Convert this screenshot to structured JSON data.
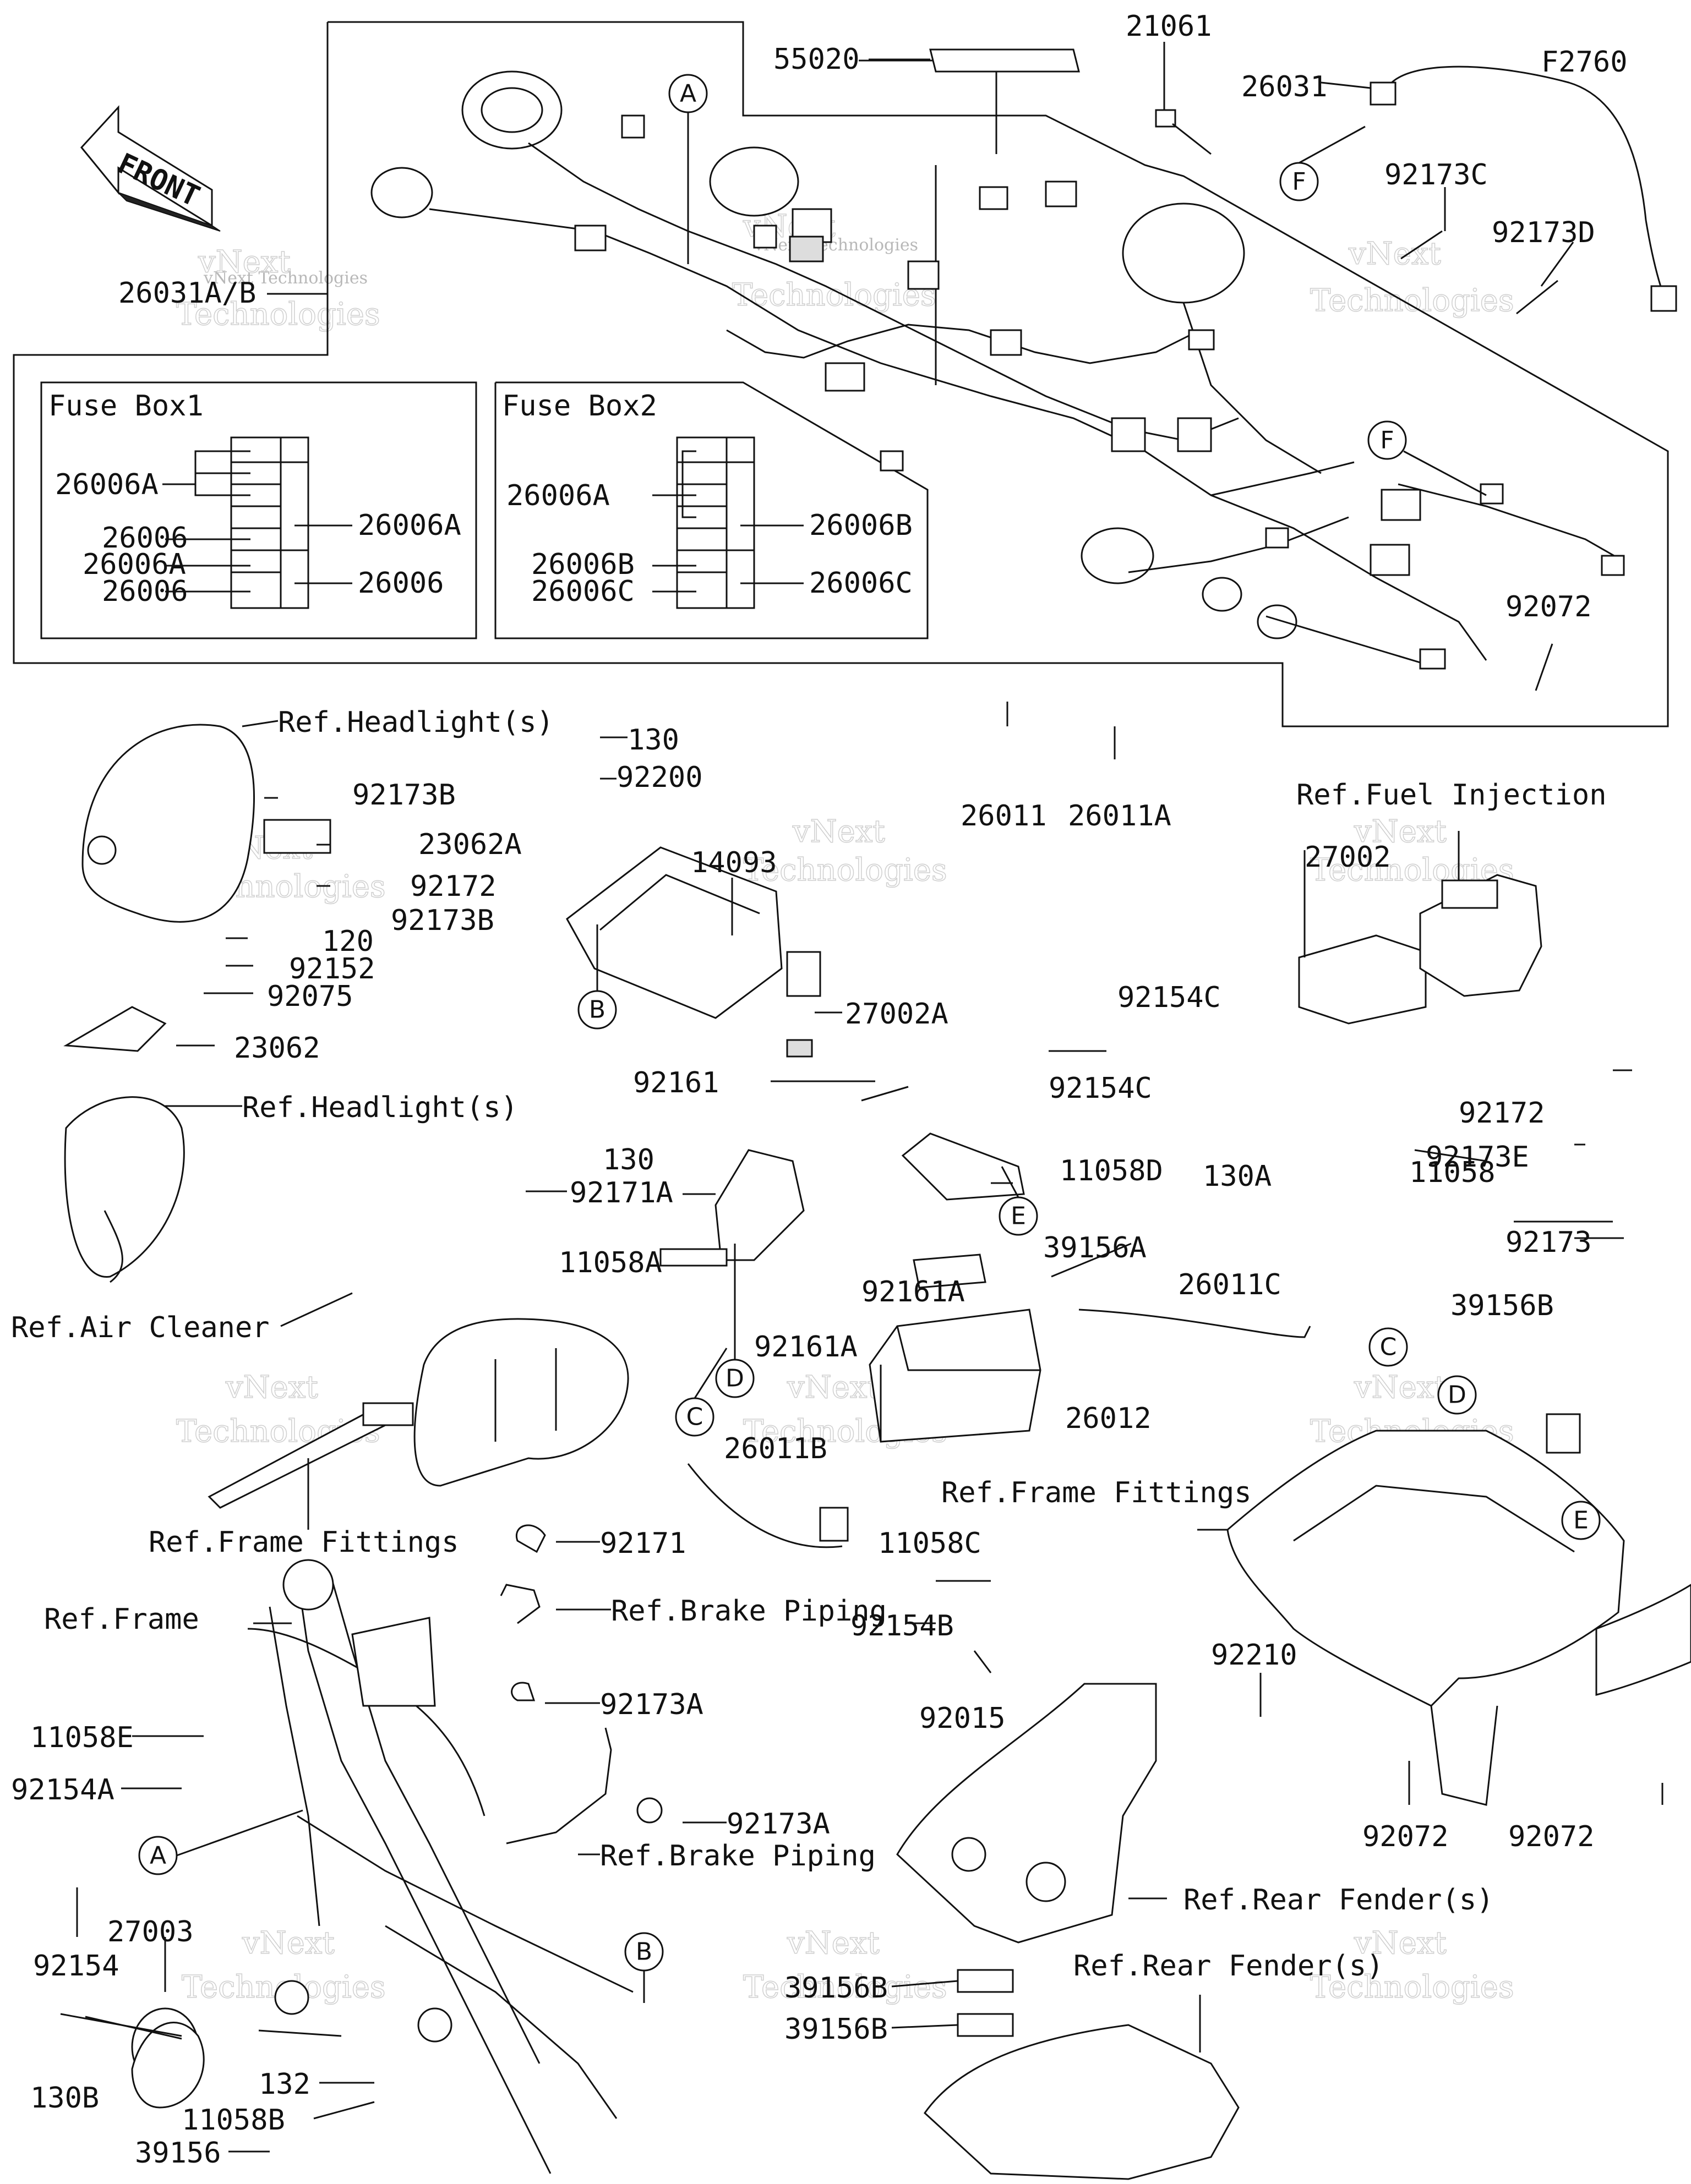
{
  "diagram": {
    "figure_code": "F2760",
    "front_label": "FRONT",
    "fuse_boxes": [
      {
        "title": "Fuse Box1",
        "labels": [
          "26006A",
          "26006",
          "26006A",
          "26006",
          "26006A",
          "26006"
        ]
      },
      {
        "title": "Fuse Box2",
        "labels": [
          "26006A",
          "26006B",
          "26006C",
          "26006B",
          "26006C"
        ]
      }
    ],
    "part_numbers": [
      "55020",
      "21061",
      "26031",
      "F2760",
      "92173C",
      "92173D",
      "26031A/B",
      "26011",
      "26011A",
      "92072",
      "130",
      "92200",
      "14093",
      "27002A",
      "92154C",
      "92161",
      "92154C",
      "11058D",
      "130",
      "11058A",
      "92161A",
      "39156A",
      "92161A",
      "26012",
      "26011B",
      "26011C",
      "130A",
      "92172",
      "92173E",
      "11058",
      "92173",
      "39156B",
      "92173B",
      "23062A",
      "92172",
      "92173B",
      "120",
      "92152",
      "92075",
      "23062",
      "92171A",
      "92171",
      "92173A",
      "92173A",
      "11058C",
      "92154B",
      "92015",
      "92210",
      "92072",
      "92072",
      "11058E",
      "92154A",
      "92154",
      "27003",
      "130B",
      "132",
      "11058B",
      "39156",
      "39156B",
      "39156B",
      "27002"
    ],
    "references": [
      "Ref.Headlight(s)",
      "Ref.Headlight(s)",
      "Ref.Air Cleaner",
      "Ref.Frame Fittings",
      "Ref.Frame",
      "Ref.Brake Piping",
      "Ref.Brake Piping",
      "Ref.Fuel Injection",
      "Ref.Frame Fittings",
      "Ref.Rear Fender(s)",
      "Ref.Rear Fender(s)"
    ],
    "callouts": [
      "A",
      "B",
      "C",
      "D",
      "E",
      "F"
    ],
    "watermark": [
      "vNext Technologies",
      "vNext Technologies"
    ]
  }
}
